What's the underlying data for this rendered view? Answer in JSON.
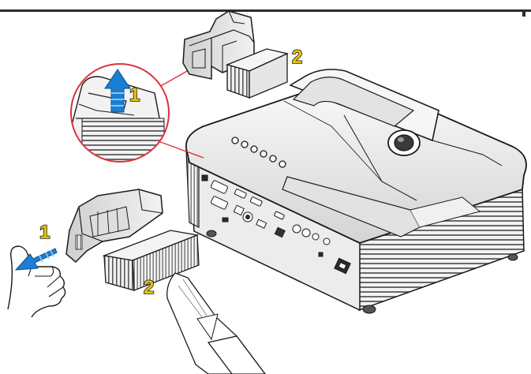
{
  "steps": {
    "top_lift": "1",
    "top_filter": "2",
    "side_pull": "1",
    "side_filter": "2"
  },
  "colors": {
    "top_rule": "#2d2d2d",
    "callout_circle": "#d9343c",
    "arrow_blue": "#1a7fd4",
    "label_yellow": "#e8c20c",
    "outline": "#1a1a1a"
  },
  "icons": {
    "arrow_up": "lift-up-arrow-icon",
    "arrow_left": "pull-left-arrow-icon",
    "hand": "hand-icon",
    "brush": "cleaning-brush-icon"
  }
}
